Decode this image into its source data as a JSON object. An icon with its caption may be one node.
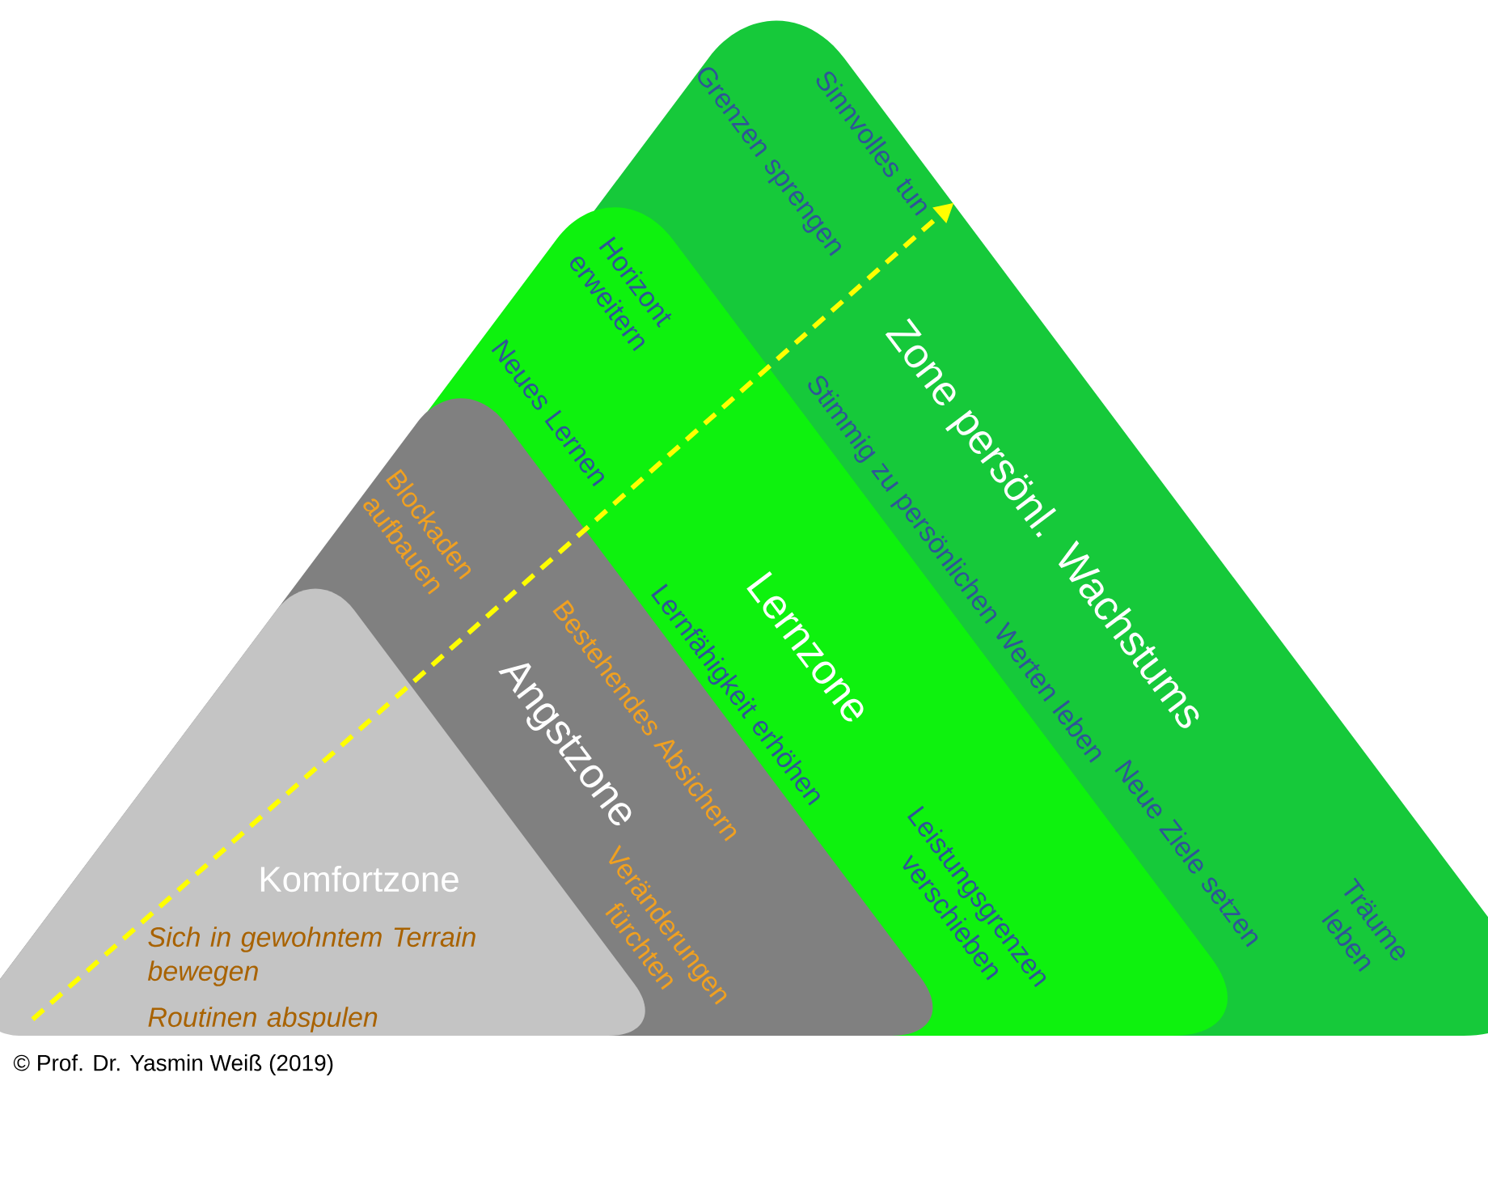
{
  "diagram": {
    "nodes": [
      {
        "text": [
          "Zone persönl. Wachstums",
          "Sinnvolles tun",
          "Grenzen sprengen",
          "Stimmig zu persönlichen Werten leben",
          "Neue Ziele setzen",
          "Träume leben"
        ]
      },
      {
        "text": [
          "Lernzone",
          "Horizont erweitern",
          "Neues Lernen",
          "Lernfähigkeit erhöhen",
          "Leistungsgrenzen verschieben"
        ],
        "in": 0
      },
      {
        "text": [
          "Angstzone",
          "Blockaden aufbauen",
          "Bestehendes Absichern",
          "Veränderungen fürchten"
        ],
        "in": 1
      },
      {
        "text": [
          "Komfortzone",
          "Sich in gewohntem Terrain bewegen",
          "Routinen abspulen"
        ],
        "in": 2
      }
    ],
    "edges": [
      {
        "from": 3,
        "to": 0,
        "arrow": "to",
        "style": "dashed",
        "color": "#ffff00"
      }
    ],
    "labels": [
      "© Prof. Dr. Yasmin Weiß (2019)"
    ]
  }
}
